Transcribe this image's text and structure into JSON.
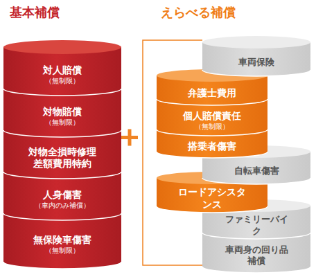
{
  "diagram": {
    "nodes": [
      {
        "text": [
          "対人賠償",
          "（無制限）"
        ]
      },
      {
        "text": [
          "対物賠償",
          "（無制限）"
        ]
      },
      {
        "text": [
          "対物全損時修理 差額費用特約"
        ]
      },
      {
        "text": [
          "人身傷害",
          "（車内のみ補償）"
        ]
      },
      {
        "text": [
          "無保険車傷害",
          "（無制限）"
        ]
      },
      {
        "text": [
          "車両保険"
        ]
      },
      {
        "text": [
          "弁護士費用"
        ]
      },
      {
        "text": [
          "個人賠償責任",
          "（無制限）"
        ]
      },
      {
        "text": [
          "搭乗者傷害"
        ]
      },
      {
        "text": [
          "自転車傷害"
        ]
      },
      {
        "text": [
          "ロードアシスタンス"
        ]
      },
      {
        "text": [
          "ファミリーバイク"
        ]
      },
      {
        "text": [
          "車両身の回り品補償"
        ]
      }
    ],
    "labels": [
      "基本補償",
      "えらべる補償"
    ]
  }
}
